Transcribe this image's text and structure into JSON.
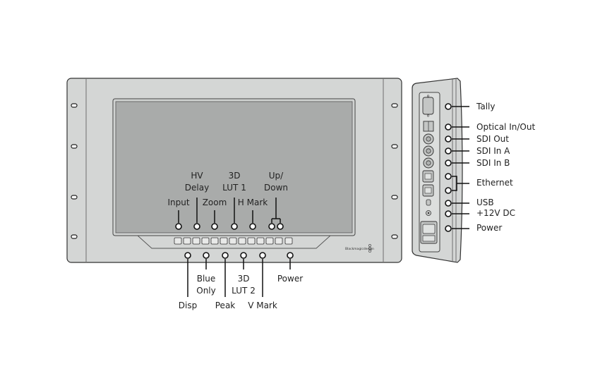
{
  "front_panel": {
    "brand": "Blackmagicdesign",
    "callouts_top": [
      "Input",
      "HV Delay",
      "Zoom",
      "3D LUT 1",
      "H Mark",
      "Up/ Down"
    ],
    "callouts_bottom": [
      "Disp",
      "Blue Only",
      "Peak",
      "3D LUT 2",
      "V Mark",
      "Power"
    ],
    "labels": {
      "input": "Input",
      "hv_delay_1": "HV",
      "hv_delay_2": "Delay",
      "zoom": "Zoom",
      "lut1_1": "3D",
      "lut1_2": "LUT 1",
      "h_mark": "H Mark",
      "updown_1": "Up/",
      "updown_2": "Down",
      "disp": "Disp",
      "blue_1": "Blue",
      "blue_2": "Only",
      "peak": "Peak",
      "lut2_1": "3D",
      "lut2_2": "LUT 2",
      "v_mark": "V Mark",
      "power": "Power"
    }
  },
  "side_panel": {
    "labels": {
      "tally": "Tally",
      "optical": "Optical In/Out",
      "sdi_out": "SDI Out",
      "sdi_in_a": "SDI In A",
      "sdi_in_b": "SDI In B",
      "ethernet": "Ethernet",
      "usb": "USB",
      "dc": "+12V DC",
      "power": "Power"
    }
  }
}
